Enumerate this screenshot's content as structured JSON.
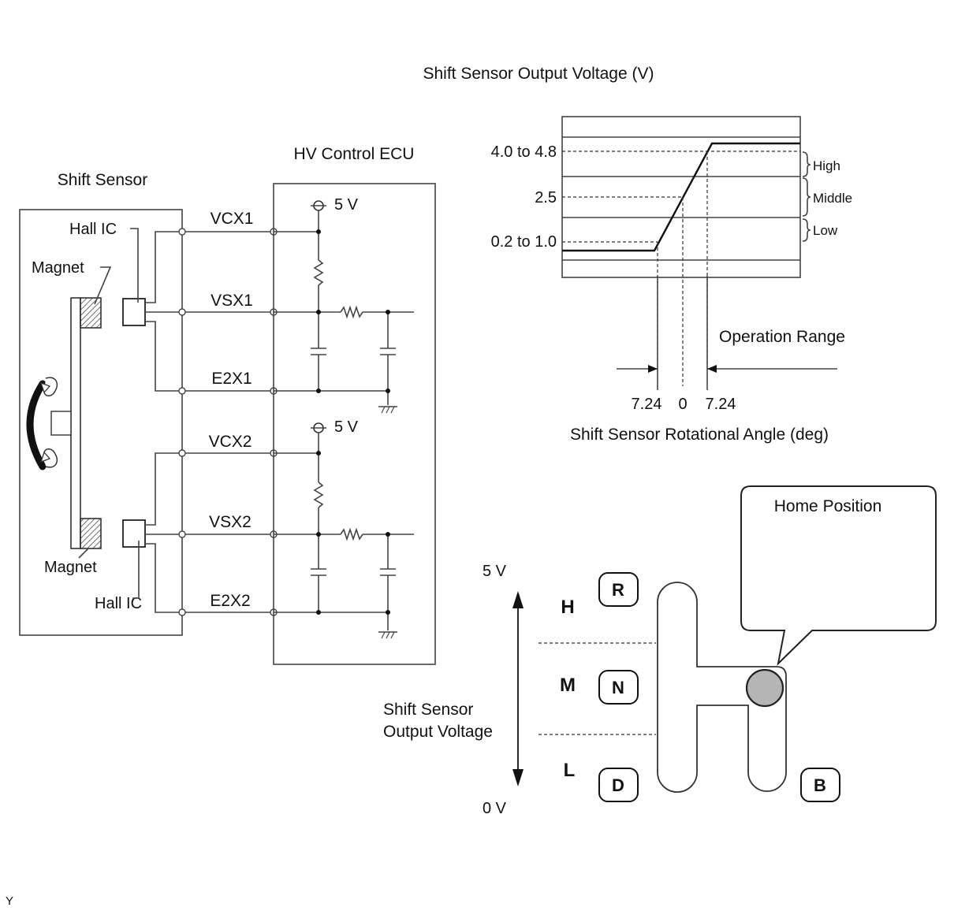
{
  "sensor": {
    "title": "Shift Sensor",
    "hall_ic_top": "Hall IC",
    "hall_ic_bottom": "Hall IC",
    "magnet_top": "Magnet",
    "magnet_bottom": "Magnet"
  },
  "ecu": {
    "title": "HV Control ECU",
    "supply_1": "5 V",
    "supply_2": "5 V"
  },
  "signals": {
    "vcx1": "VCX1",
    "vsx1": "VSX1",
    "e2x1": "E2X1",
    "vcx2": "VCX2",
    "vsx2": "VSX2",
    "e2x2": "E2X2"
  },
  "graph": {
    "title": "Shift Sensor Output Voltage (V)",
    "ytick_high": "4.0 to 4.8",
    "ytick_mid": "2.5",
    "ytick_low": "0.2 to 1.0",
    "band_high": "High",
    "band_middle": "Middle",
    "band_low": "Low",
    "operation_range": "Operation Range",
    "xtick_left": "7.24",
    "xtick_center": "0",
    "xtick_right": "7.24",
    "xlabel": "Shift Sensor Rotational Angle (deg)"
  },
  "shifter": {
    "callout": "Home Position",
    "v_top": "5 V",
    "v_bottom": "0 V",
    "zone_h": "H",
    "zone_m": "M",
    "zone_l": "L",
    "pos_r": "R",
    "pos_n": "N",
    "pos_d": "D",
    "pos_b": "B",
    "axis_label_line1": "Shift Sensor",
    "axis_label_line2": "Output Voltage"
  },
  "footer": {
    "code": "Y"
  }
}
